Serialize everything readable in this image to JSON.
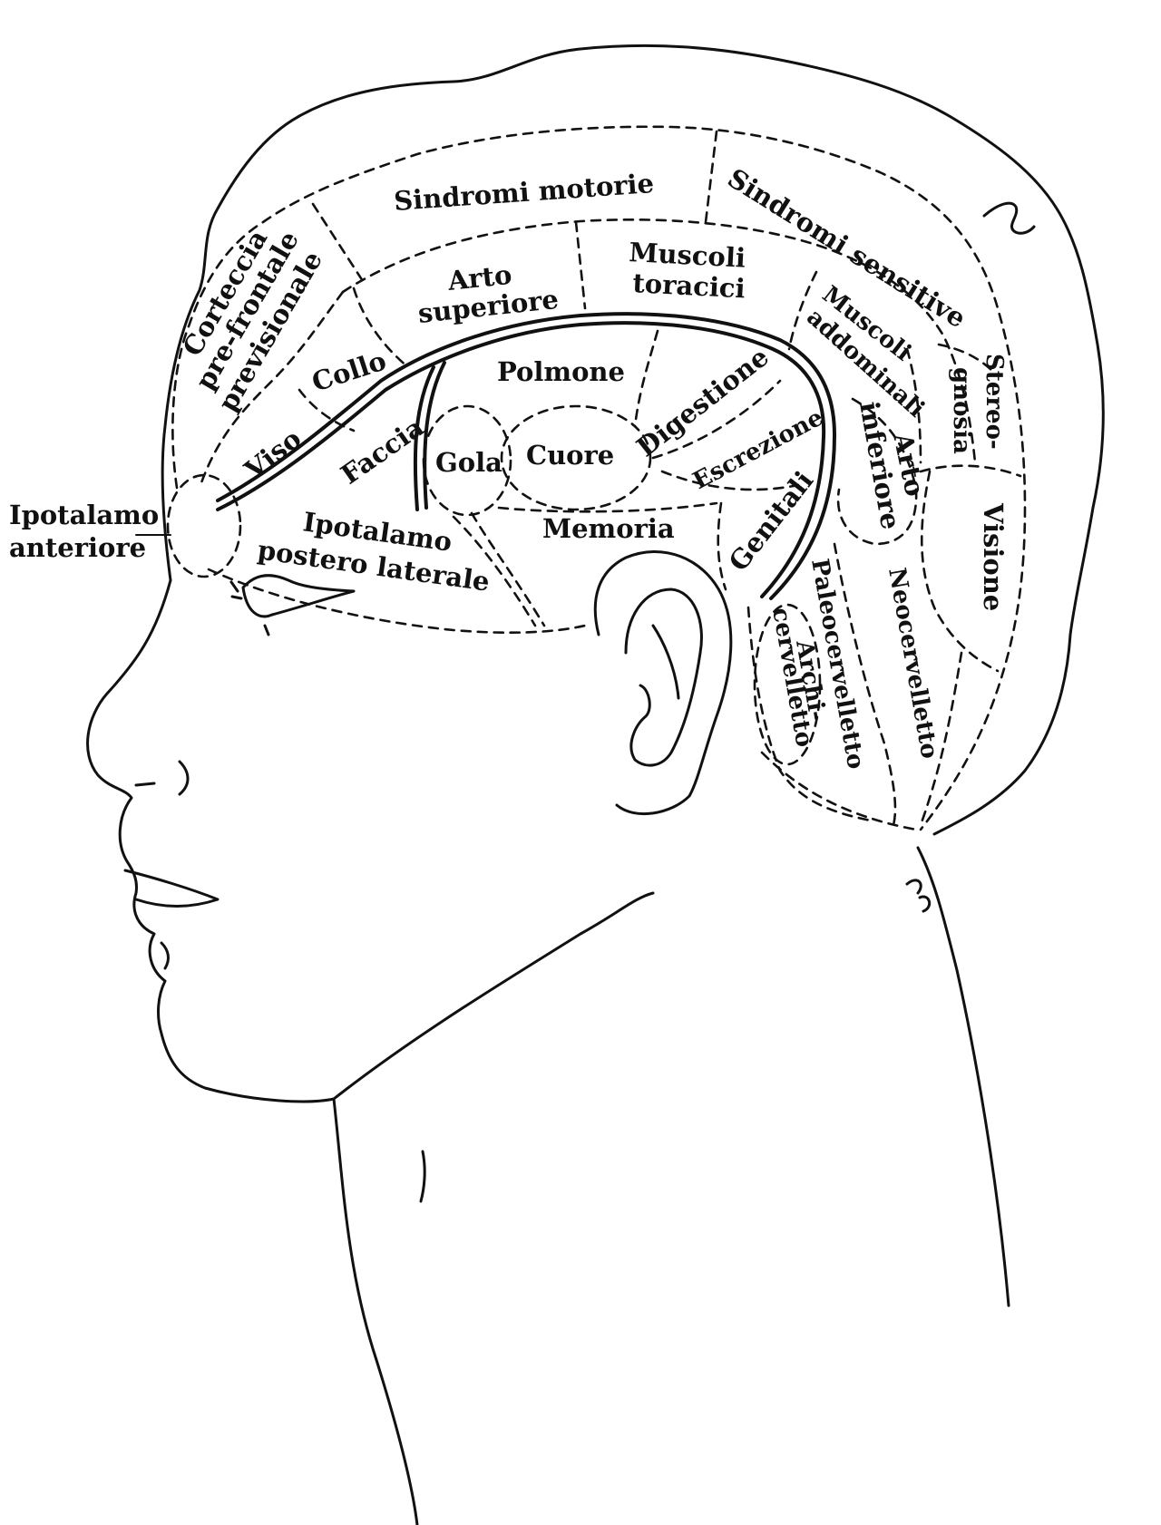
{
  "labels": {
    "sindromi_motorie": "Sindromi motorie",
    "sindromi_sensitive": "Sindromi sensitive",
    "corteccia_1": "Corteccia",
    "corteccia_2": "pre-frontale",
    "corteccia_3": "previsionale",
    "arto_sup_1": "Arto",
    "arto_sup_2": "superiore",
    "muscoli_tor_1": "Muscoli",
    "muscoli_tor_2": "toracici",
    "muscoli_add_1": "Muscoli",
    "muscoli_add_2": "addominali",
    "stereo_1": "Stereo-",
    "stereo_2": "gnosia",
    "collo": "Collo",
    "polmone": "Polmone",
    "digestione": "Digestione",
    "viso": "Viso",
    "faccia": "Faccia",
    "gola": "Gola",
    "cuore": "Cuore",
    "escrezione": "Escrezione",
    "arto_inf_1": "Arto",
    "arto_inf_2": "inferiore",
    "visione": "Visione",
    "ipo_ant_1": "Ipotalamo",
    "ipo_ant_2": "anteriore",
    "ipo_post_1": "Ipotalamo",
    "ipo_post_2": "postero laterale",
    "memoria": "Memoria",
    "genitali": "Genitali",
    "paleo": "Paleocervelletto",
    "neo": "Neocervelletto",
    "archi_1": "Archi-",
    "archi_2": "cervelletto"
  }
}
